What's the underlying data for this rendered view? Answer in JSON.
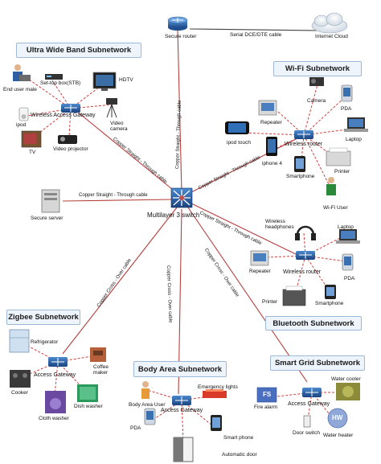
{
  "titles": {
    "uwb": "Ultra Wide Band Subnetwork",
    "wifi": "Wi-Fi Subnetwork",
    "bluetooth": "Bluetooth Subnetwork",
    "zigbee": "Zigbee Subnetwork",
    "body_area": "Body Area Subnetwork",
    "smart_grid": "Smart Grid Subnetwork"
  },
  "center": {
    "multilayer_switch": "Multilayer 3 switch"
  },
  "top": {
    "secure_router": "Secure router",
    "serial_cable": "Serial DCE/DTE cable",
    "internet_cloud": "Internet Cloud"
  },
  "links": {
    "router_switch": "Copper Straight - Through cable",
    "uwb_switch": "Copper Straight - Through cable",
    "wifi_switch": "Copper Straight - Through cable",
    "server_switch": "Copper Straight - Through cable",
    "bt_switch": "Copper Straight - Through cable",
    "zigbee_switch": "Copper Cross - Over cable",
    "body_switch": "Copper Cross - Over cable",
    "grid_switch": "Copper Cross - Over cable"
  },
  "uwb": {
    "end_user_male": "End user male",
    "settop": "Set-top box(STB)",
    "hdtv": "HDTV",
    "gateway": "Wireless Access Gateway",
    "ipod": "ipod",
    "video_camera": "Video camera",
    "tv": "TV",
    "video_projector": "Video projector"
  },
  "wifi": {
    "camera": "Camera",
    "pda": "PDA",
    "repeater": "Repeater",
    "router": "Wireless router",
    "ipod_touch": "ipod touch",
    "laptop": "Laptop",
    "iphone": "iphone 4",
    "smartphone": "Smartphone",
    "printer": "Printer",
    "user": "Wi-Fi User"
  },
  "server": {
    "label": "Secure server"
  },
  "bluetooth": {
    "headphones": "Wireless headphones",
    "laptop": "Laptop",
    "repeater": "Repeater",
    "router": "Wireless router",
    "pda": "PDA",
    "printer": "Printer",
    "smartphone": "Smartphone"
  },
  "zigbee": {
    "refrigerator": "Refrigerator",
    "coffee_maker": "Coffee maker",
    "gateway": "Access Gateway",
    "cooker": "Cooker",
    "cloth_washer": "Cloth washer",
    "dish_washer": "Dish washer"
  },
  "body": {
    "user": "Body Area User",
    "emergency": "Emergency lights",
    "gateway": "Access Gateway",
    "pda": "PDA",
    "smartphone": "Smart phone",
    "door": "Automatic door"
  },
  "grid": {
    "water_cooler": "Water cooler",
    "fs": "FS",
    "fire_alarm": "Fire alarm",
    "gateway": "Access Gateway",
    "door_switch": "Door switch",
    "hw": "HW",
    "water_heater": "Water heater"
  },
  "colors": {
    "backbone": "#c0504d",
    "device_link": "#d0403d",
    "router_blue": "#1f5fa8",
    "title_bg": "#eef4fb"
  }
}
